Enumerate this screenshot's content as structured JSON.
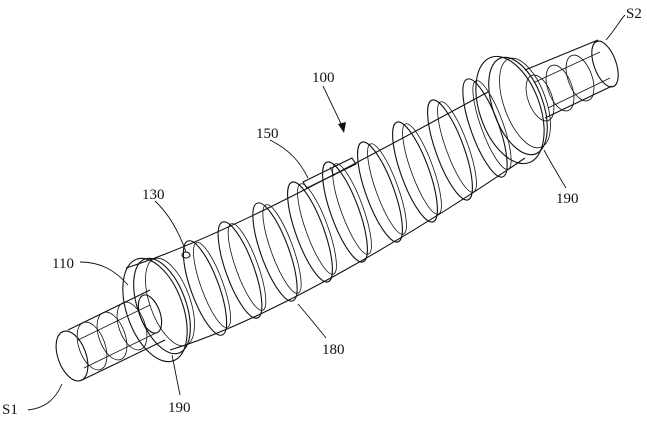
{
  "figure": {
    "labels": {
      "main": "100",
      "end_left": "S1",
      "end_right": "S2",
      "part_110": "110",
      "part_130": "130",
      "part_150": "150",
      "part_180": "180",
      "part_190_left": "190",
      "part_190_right": "190"
    }
  }
}
